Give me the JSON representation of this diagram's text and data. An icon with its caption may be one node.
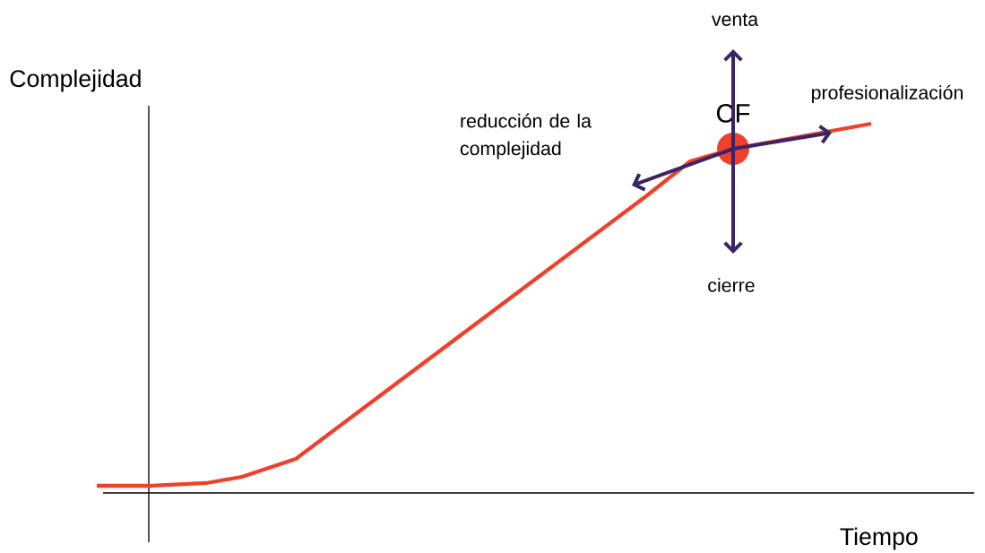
{
  "diagram": {
    "nodes": [
      {
        "text": [
          "CF"
        ]
      },
      {
        "text": [
          "venta"
        ]
      },
      {
        "text": [
          "profesionalización"
        ]
      },
      {
        "text": [
          "reducción de la complejidad"
        ]
      },
      {
        "text": [
          "cierre"
        ]
      }
    ],
    "edges": [
      {
        "from": 0,
        "to": 1,
        "arrow": "to"
      },
      {
        "from": 0,
        "to": 2,
        "arrow": "to"
      },
      {
        "from": 0,
        "to": 3,
        "arrow": "to"
      },
      {
        "from": 0,
        "to": 4,
        "arrow": "to"
      }
    ],
    "labels": [
      "Complejidad",
      "Tiempo"
    ]
  }
}
